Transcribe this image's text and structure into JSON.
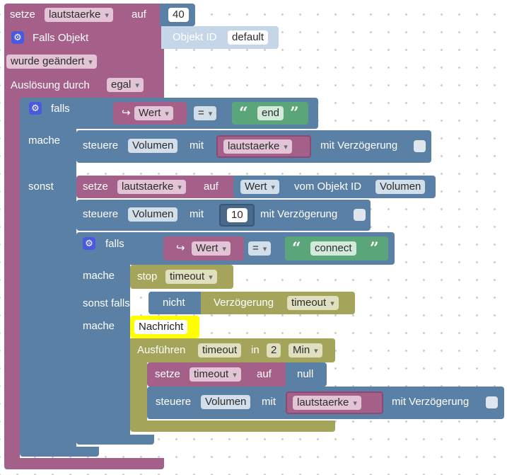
{
  "set_volume_block": {
    "setze": "setze",
    "var": "lautstaerke",
    "auf": "auf",
    "value": "40"
  },
  "trigger": {
    "title": "Falls Objekt",
    "objekt_id_label": "Objekt ID",
    "objekt_id_value": "default",
    "condition": "wurde geändert",
    "trigger_label": "Auslösung durch",
    "trigger_value": "egal"
  },
  "if1": {
    "falls": "falls",
    "wert": "Wert",
    "op": "=",
    "string": "end",
    "mache": "mache",
    "sonst": "sonst"
  },
  "do1": {
    "steuere": "steuere",
    "device": "Volumen",
    "mit": "mit",
    "var": "lautstaerke",
    "delay": "mit Verzögerung"
  },
  "else1": {
    "setze_block": {
      "setze": "setze",
      "var": "lautstaerke",
      "auf": "auf",
      "wert": "Wert",
      "from": "vom Objekt ID",
      "obj": "Volumen"
    },
    "steuere_block": {
      "steuere": "steuere",
      "device": "Volumen",
      "mit": "mit",
      "value": "10",
      "delay": "mit Verzögerung"
    }
  },
  "if2": {
    "falls": "falls",
    "wert": "Wert",
    "op": "=",
    "string": "connect",
    "mache": "mache",
    "sonst_falls": "sonst falls",
    "nicht": "nicht",
    "verzoegerung": "Verzögerung",
    "timeout_var": "timeout",
    "mache2": "mache"
  },
  "stop_block": {
    "stop": "stop",
    "var": "timeout"
  },
  "comment": {
    "text": "Nachricht"
  },
  "ausfuehren": {
    "label": "Ausführen",
    "var": "timeout",
    "in": "in",
    "amount": "2",
    "unit": "Min"
  },
  "set_timeout": {
    "setze": "setze",
    "var": "timeout",
    "auf": "auf",
    "value": "null"
  },
  "steuere3": {
    "steuere": "steuere",
    "device": "Volumen",
    "mit": "mit",
    "var": "lautstaerke",
    "delay": "mit Verzögerung"
  },
  "colors": {
    "logic": "#5b80a5",
    "variables": "#a5608a",
    "timeouts": "#a5a45b",
    "text": "#5ba57a"
  }
}
